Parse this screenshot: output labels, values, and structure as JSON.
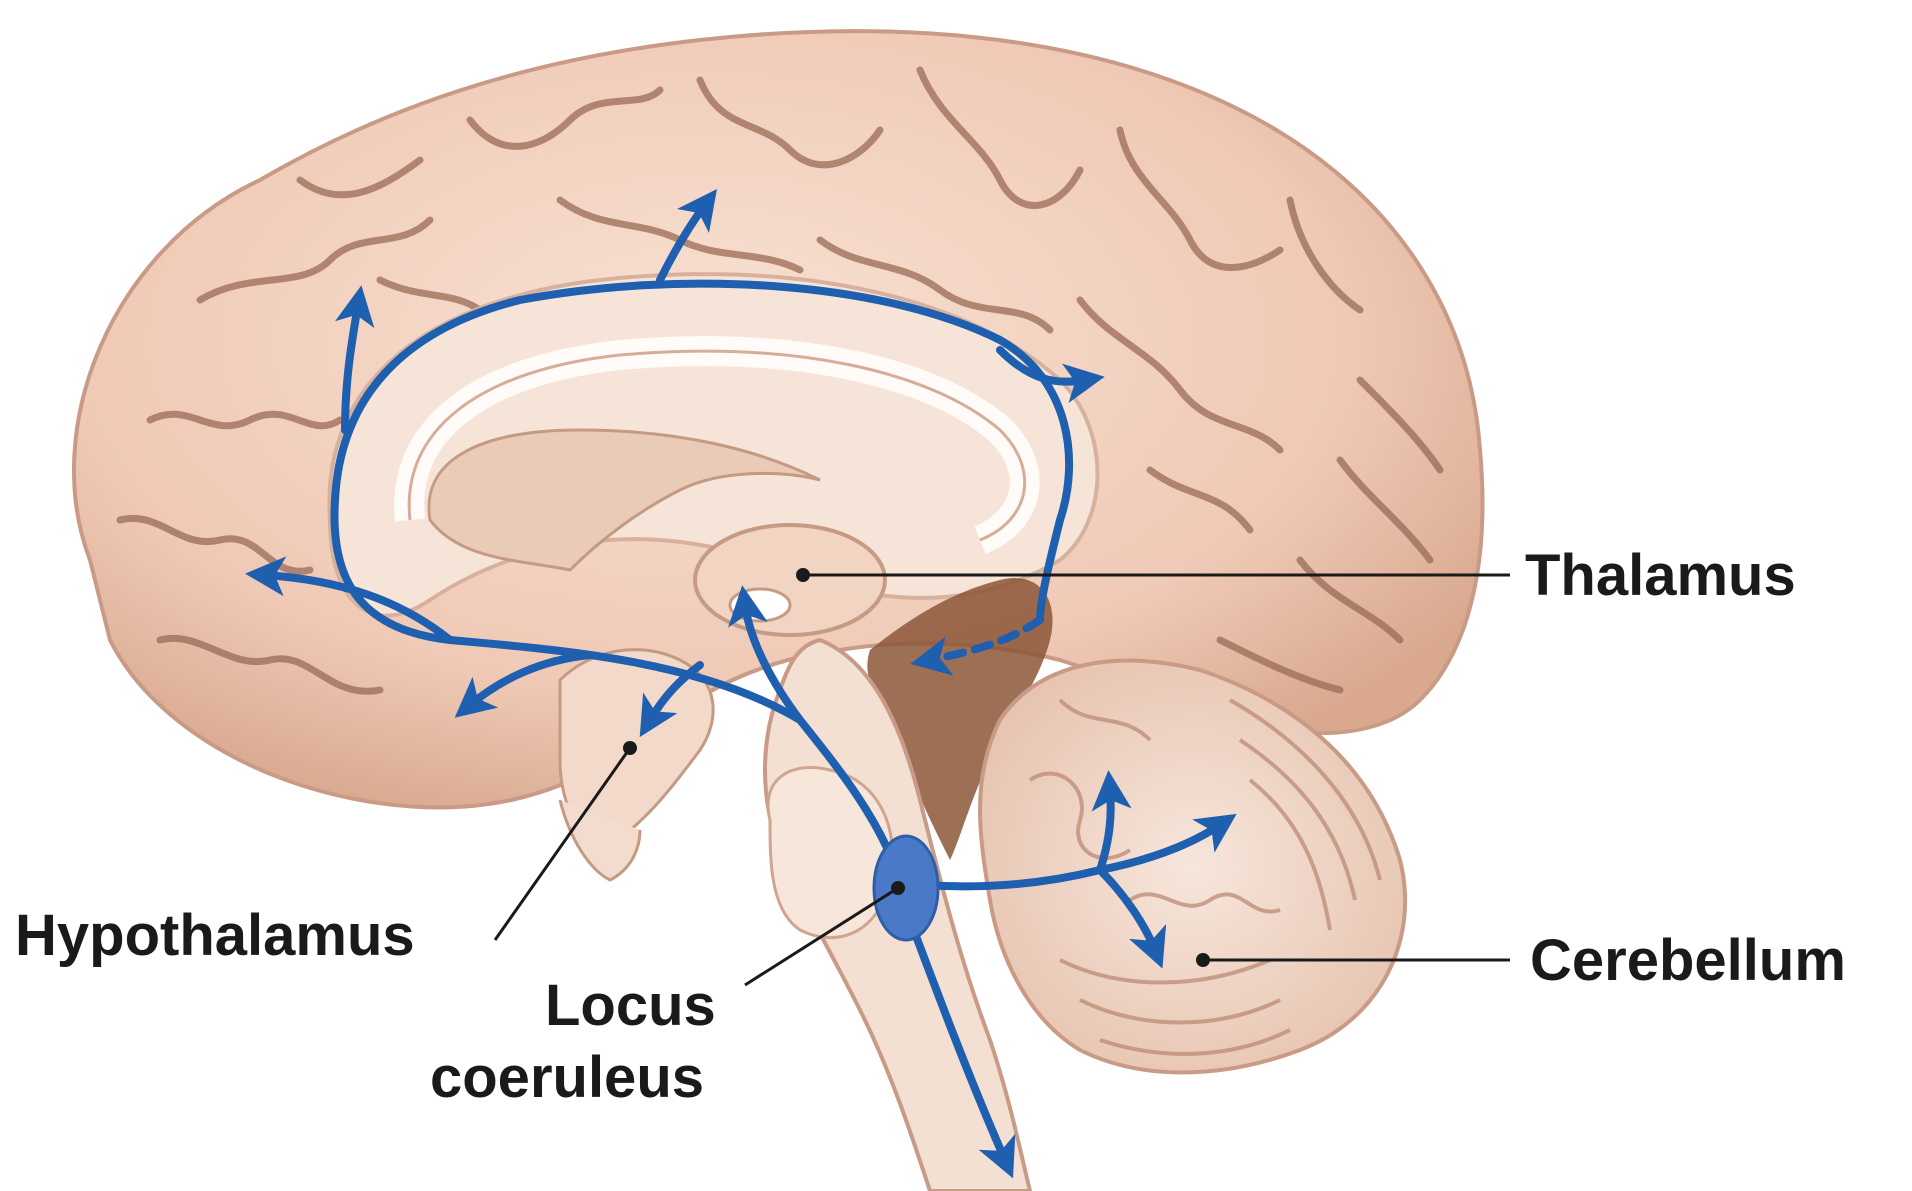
{
  "labels": {
    "thalamus": "Thalamus",
    "hypothalamus": "Hypothalamus",
    "locus_line1": "Locus",
    "locus_line2": "coeruleus",
    "cerebellum": "Cerebellum"
  },
  "colors": {
    "cortex": "#f2d3c3",
    "cortex_shadow": "#c99a85",
    "sulcus": "#9a6b57",
    "inner_tissue": "#f7e4d8",
    "ventricle": "#b98a6c",
    "dark_ventricle": "#8c5637",
    "brainstem": "#f4e0d2",
    "pathway": "#1f5fb0",
    "nucleus": "#4a79c8",
    "leader": "#1a1a1a"
  },
  "icons": {
    "pathway": "noradrenergic-projection-arrows",
    "nucleus": "locus-coeruleus-nucleus"
  }
}
